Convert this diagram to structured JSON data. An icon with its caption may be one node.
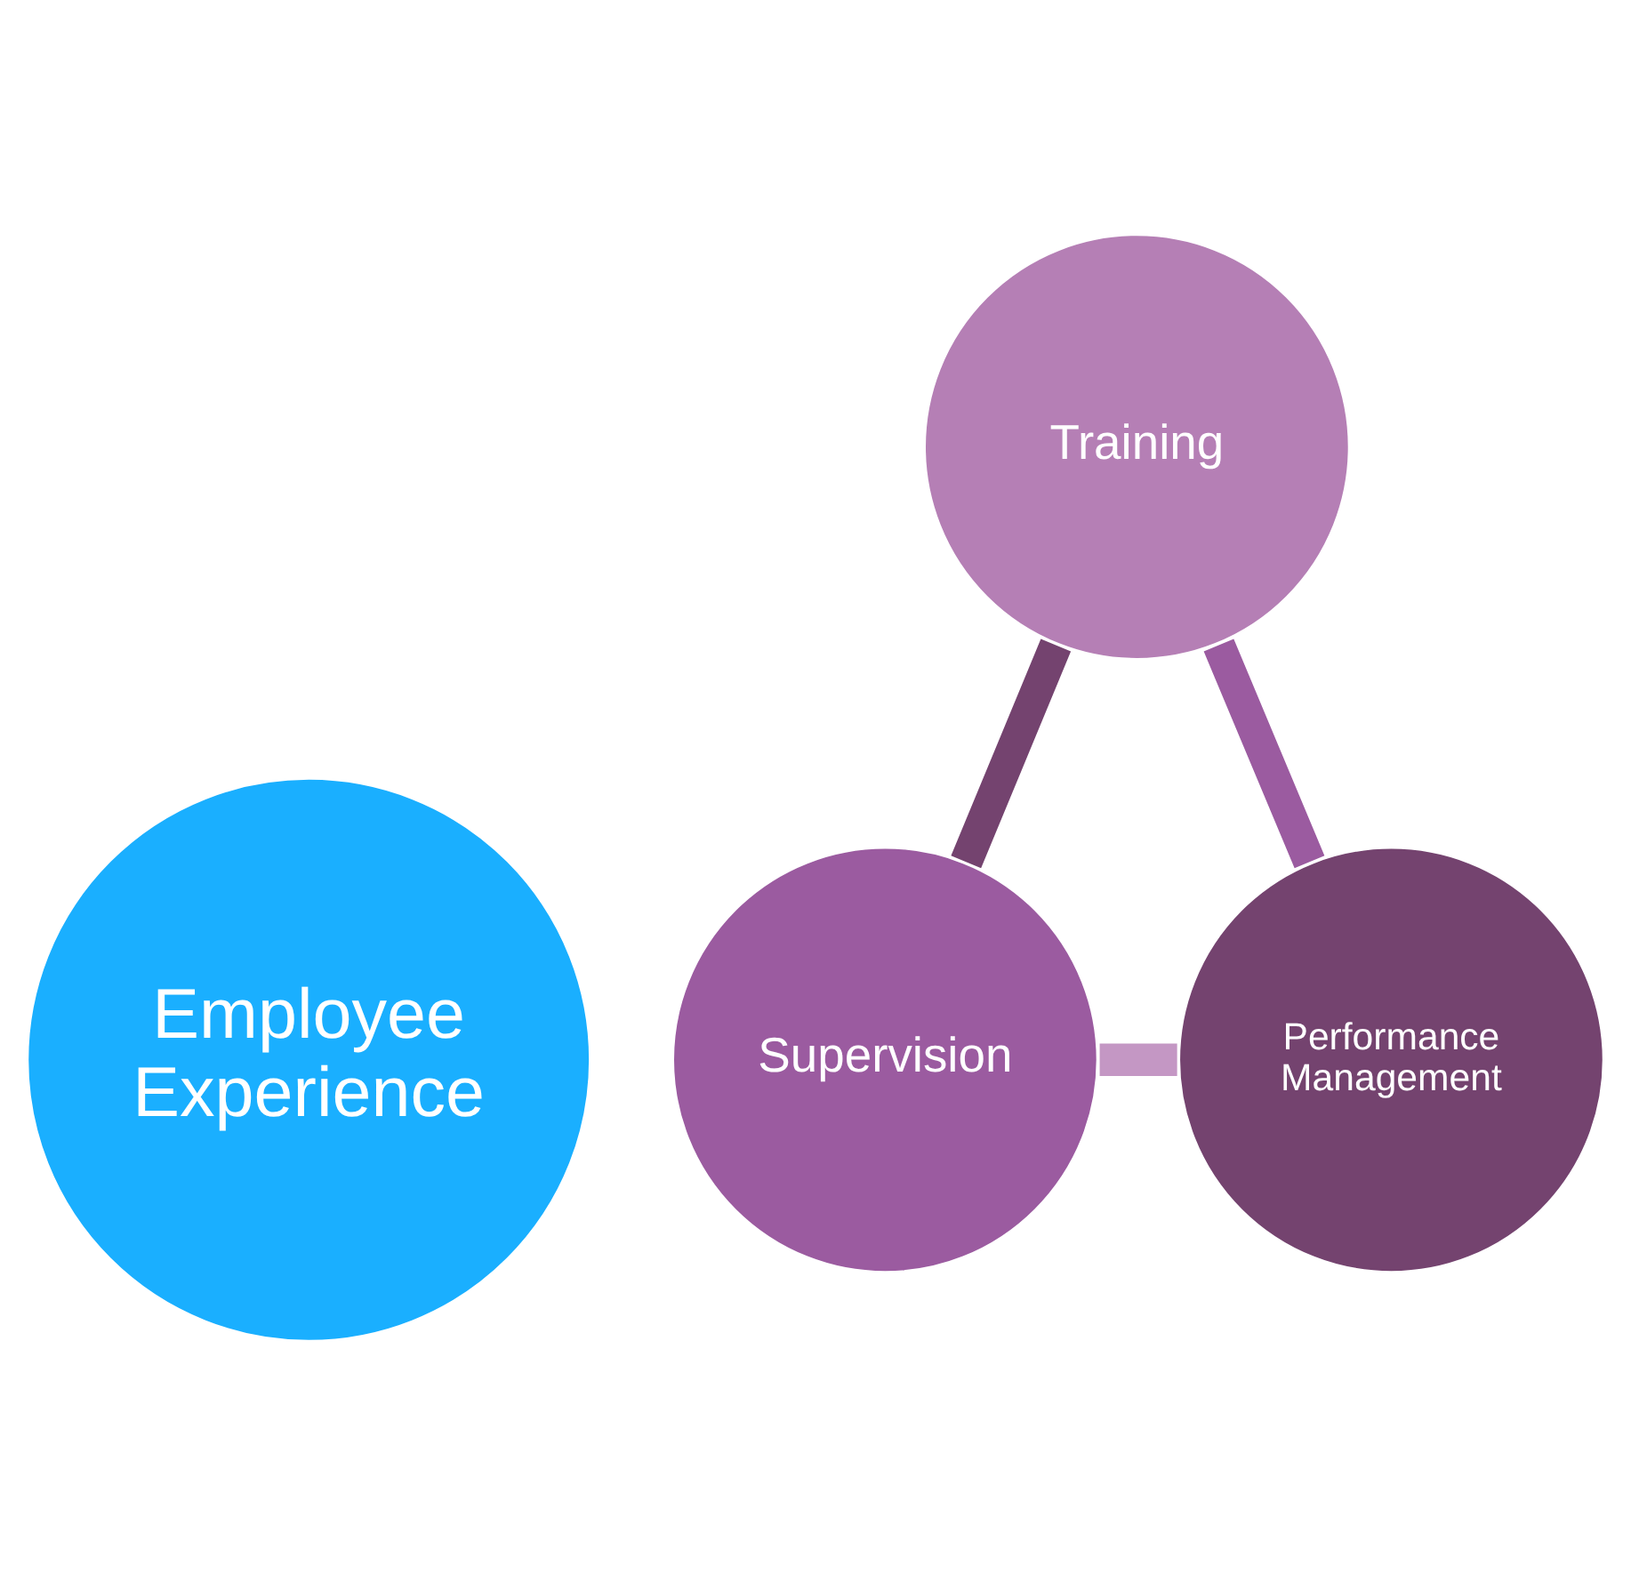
{
  "diagram": {
    "nodes": [
      {
        "text": [
          "Employee Experience"
        ]
      },
      {
        "text": [
          "Training"
        ]
      },
      {
        "text": [
          "Supervision"
        ]
      },
      {
        "text": [
          "Performance Management"
        ]
      }
    ],
    "edges": [
      {
        "from": 1,
        "to": 2,
        "arrow": "none",
        "color": "#74436f"
      },
      {
        "from": 2,
        "to": 3,
        "arrow": "none",
        "color": "#c497c4"
      },
      {
        "from": 3,
        "to": 1,
        "arrow": "none",
        "color": "#9b5ba0"
      }
    ]
  }
}
